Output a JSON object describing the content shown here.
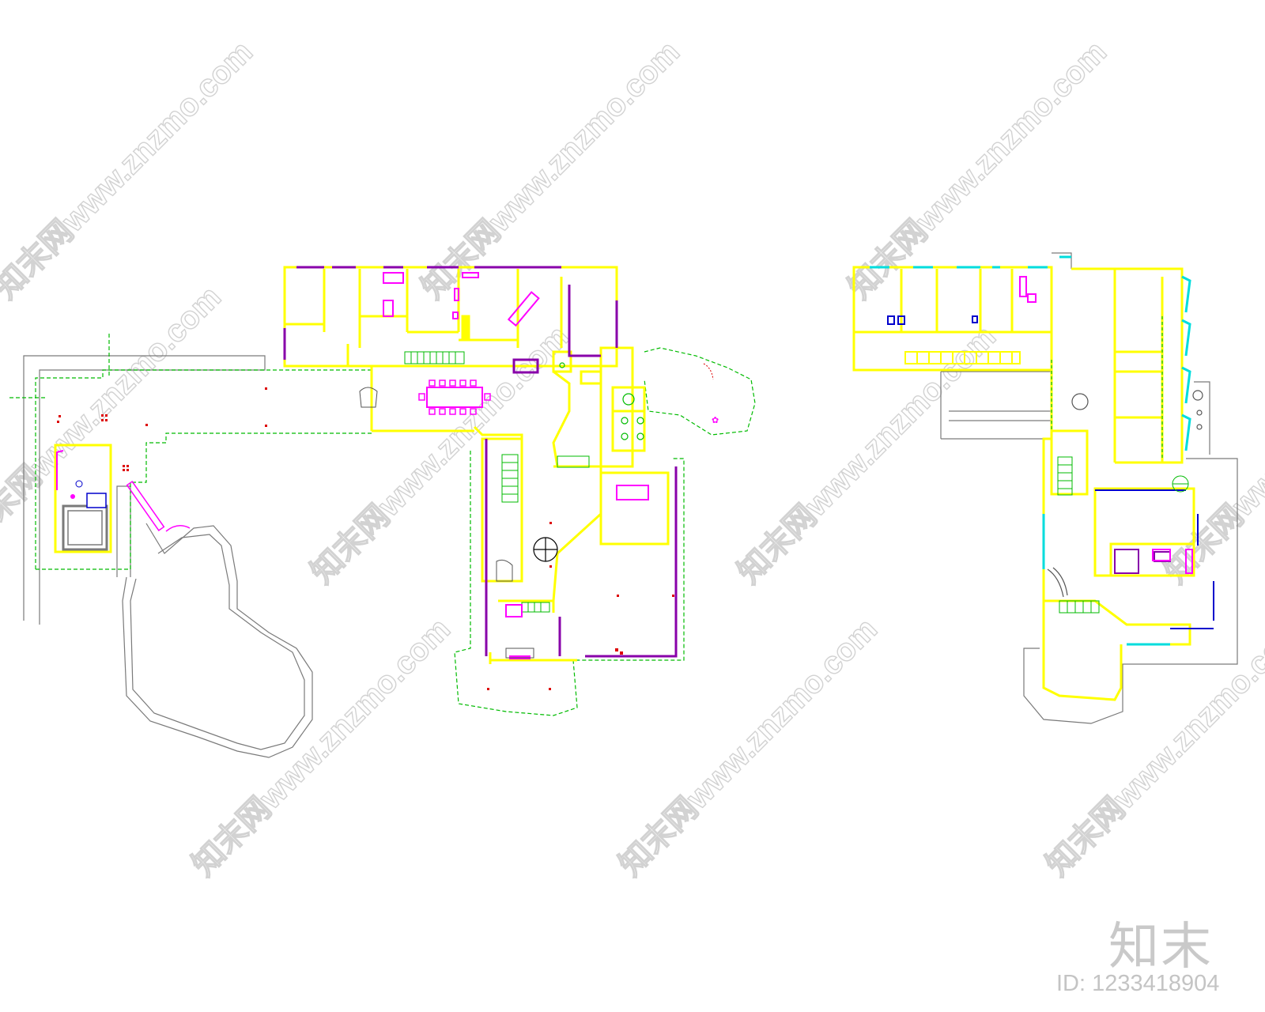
{
  "watermark": {
    "text": "知末网www.znzmo.com",
    "logo": "知末",
    "id_label": "ID: 1233418904"
  },
  "colors": {
    "wall_yellow": "#ffff00",
    "wall_purple": "#8800aa",
    "furniture_magenta": "#ff00ff",
    "boundary_green": "#00bb00",
    "glass_cyan": "#00dddd",
    "fixture_blue": "#0000cc",
    "outline_gray": "#7a7a7a",
    "marker_red": "#dd0000"
  }
}
